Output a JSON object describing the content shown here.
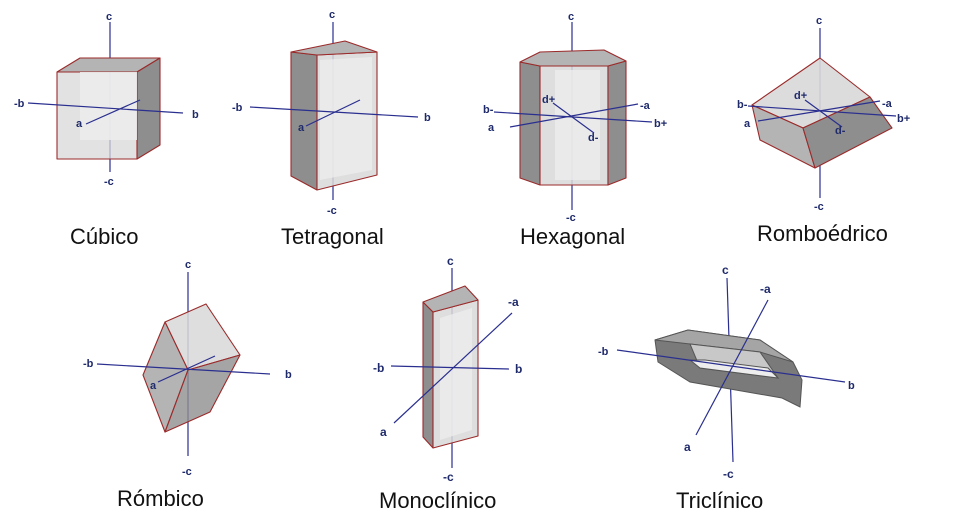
{
  "systems": [
    {
      "name": "Cúbico",
      "axes": {
        "c": "c",
        "neg_c": "-c",
        "b": "b",
        "neg_b": "-b",
        "a": "a"
      }
    },
    {
      "name": "Tetragonal",
      "axes": {
        "c": "c",
        "neg_c": "-c",
        "b": "b",
        "neg_b": "-b",
        "a": "a"
      }
    },
    {
      "name": "Hexagonal",
      "axes": {
        "c": "c",
        "neg_c": "-c",
        "b_plus": "b+",
        "b_minus": "b-",
        "a": "a",
        "neg_a": "-a",
        "d_plus": "d+",
        "d_minus": "d-"
      }
    },
    {
      "name": "Romboédrico",
      "axes": {
        "c": "c",
        "neg_c": "-c",
        "b_plus": "b+",
        "b_minus": "b-",
        "a": "a",
        "neg_a": "-a",
        "d_plus": "d+",
        "d_minus": "d-"
      }
    },
    {
      "name": "Rómbico",
      "axes": {
        "c": "c",
        "neg_c": "-c",
        "b": "b",
        "neg_b": "-b",
        "a": "a"
      }
    },
    {
      "name": "Monoclínico",
      "axes": {
        "c": "c",
        "neg_c": "-c",
        "b": "b",
        "neg_b": "-b",
        "a": "a",
        "neg_a": "-a"
      }
    },
    {
      "name": "Triclínico",
      "axes": {
        "c": "c",
        "neg_c": "-c",
        "b": "b",
        "neg_b": "-b",
        "a": "a",
        "neg_a": "-a"
      }
    }
  ],
  "colors": {
    "axis": "#2a2f8f",
    "edge": "#9b2a2a",
    "face_dark": "#8e8e8e",
    "face_mid": "#b4b4b4",
    "face_light": "#d8d8d8"
  }
}
